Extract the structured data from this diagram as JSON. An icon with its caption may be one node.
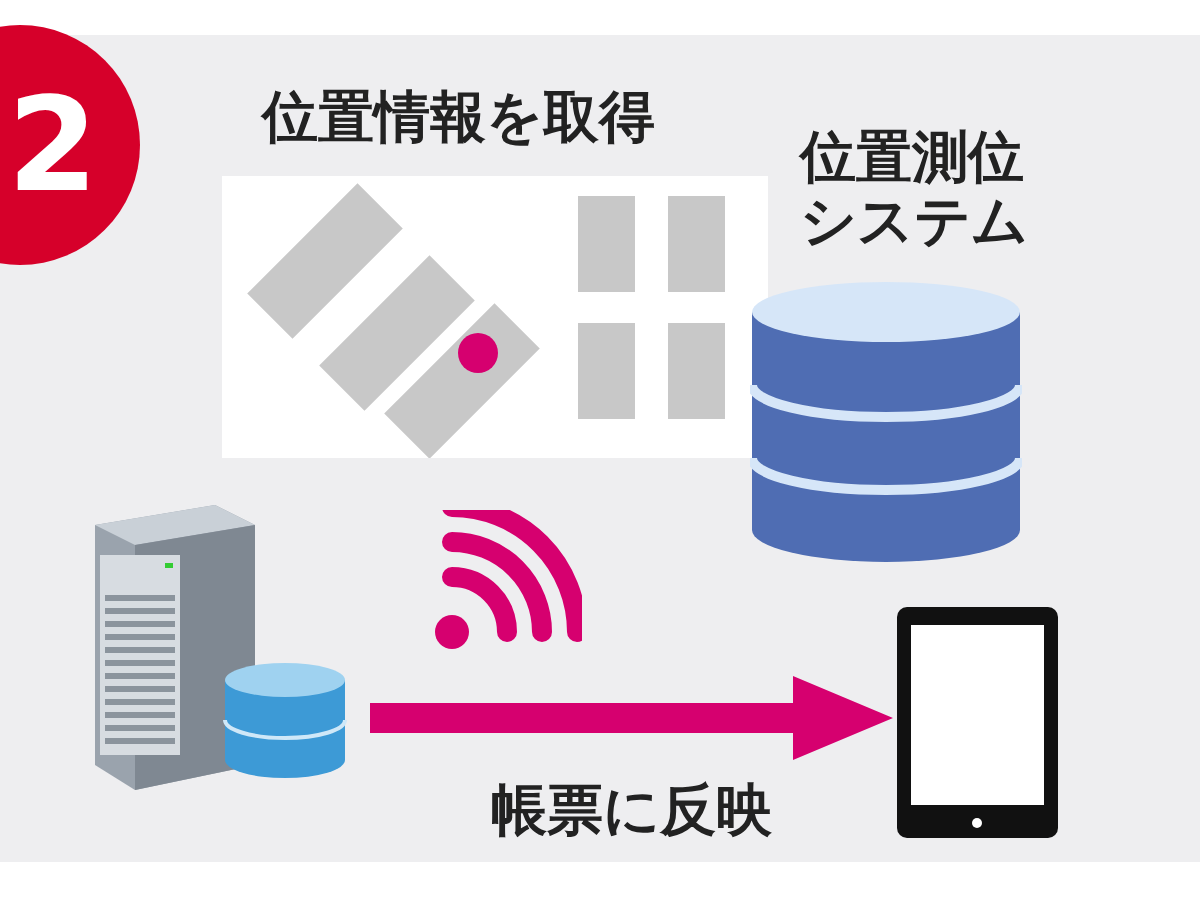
{
  "diagram": {
    "nodes": [
      {
        "text": [
          "位置情報を取得"
        ]
      },
      {
        "text": [
          "位置測位システム"
        ]
      },
      {
        "text": [],
        "shape": "picture"
      },
      {
        "text": [],
        "shape": "picture"
      }
    ],
    "edges": [
      {
        "from": 2,
        "to": 3,
        "arrow": "to",
        "label": "帳票に反映"
      }
    ],
    "labels": [
      "2"
    ]
  }
}
